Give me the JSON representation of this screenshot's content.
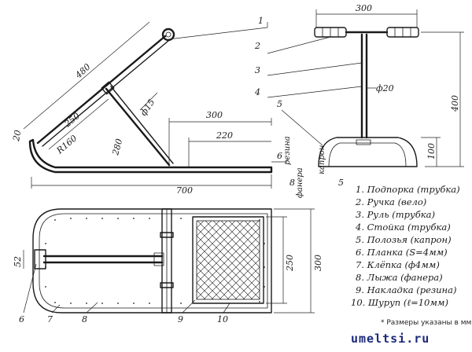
{
  "dimensions": {
    "d480": "480",
    "d250": "250",
    "r160": "R160",
    "d20": "20",
    "d280": "280",
    "phi15": "ф15",
    "d300_side": "300",
    "d220": "220",
    "d700": "700",
    "d6": "6",
    "rezina": "резина",
    "d8": "8",
    "fanera": "фанера",
    "d5": "5",
    "kapron": "капрон",
    "d300_top": "300",
    "phi20": "ф20",
    "d400": "400",
    "d100": "100",
    "d52": "52",
    "d250_plan": "250",
    "d300_plan": "300"
  },
  "callouts": {
    "c1": "1",
    "c2": "2",
    "c3": "3",
    "c4": "4",
    "c5": "5",
    "c6": "6",
    "c7": "7",
    "c8": "8",
    "c9": "9",
    "c10": "10"
  },
  "legend": [
    "1. Подпорка (трубка)",
    "2. Ручка (вело)",
    "3. Руль (трубка)",
    "4. Стойка (трубка)",
    "5. Полозья (капрон)",
    "6. Планка (S=4мм)",
    "7. Клёпка (ф4мм)",
    "8. Лыжа (фанера)",
    "9. Накладка (резина)",
    "10. Шуруп (ℓ=10мм)"
  ],
  "note": "* Размеры указаны в мм",
  "watermark": {
    "text": "umeltsi.ru",
    "color_main": "#1c2a7a",
    "color_accent": "#2e9e3a"
  }
}
